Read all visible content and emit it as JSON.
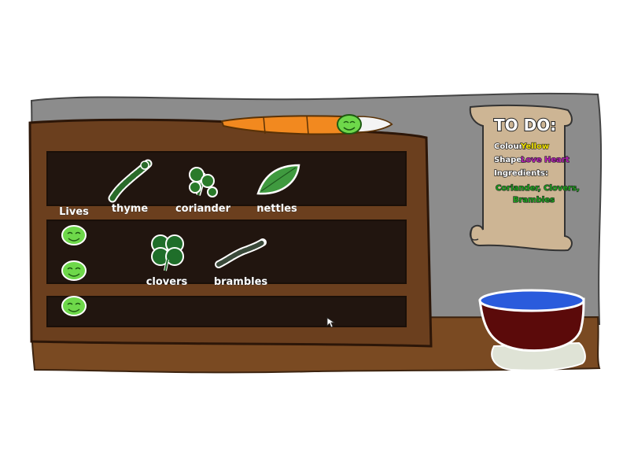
{
  "shelf": {
    "lives_label": "Lives",
    "lives_count": 3,
    "ingredients": [
      {
        "label": "thyme",
        "icon": "thyme-icon"
      },
      {
        "label": "coriander",
        "icon": "coriander-icon"
      },
      {
        "label": "nettles",
        "icon": "nettle-leaf-icon"
      },
      {
        "label": "clovers",
        "icon": "clover-icon"
      },
      {
        "label": "brambles",
        "icon": "bramble-icon"
      }
    ]
  },
  "todo": {
    "title": "TO DO:",
    "colour_label": "Colour:",
    "colour_value": "Yellow",
    "shape_label": "Shape:",
    "shape_value": "Love Heart",
    "ingredients_label": "Ingredients:",
    "ingredients_value_line1": "Coriander, Clovers,",
    "ingredients_value_line2": "Brambles"
  },
  "colors": {
    "wall": "#8c8c8c",
    "floor": "#7a4a22",
    "shelf_wood": "#6b3f1e",
    "shelf_back": "#21150f",
    "scroll": "#cdb594",
    "cauldron_body": "#5b0a0a",
    "cauldron_liquid": "#2a5bdc",
    "yellow_text": "#f2e200",
    "purple_text": "#b21fb2",
    "green_text": "#1fa21f"
  }
}
